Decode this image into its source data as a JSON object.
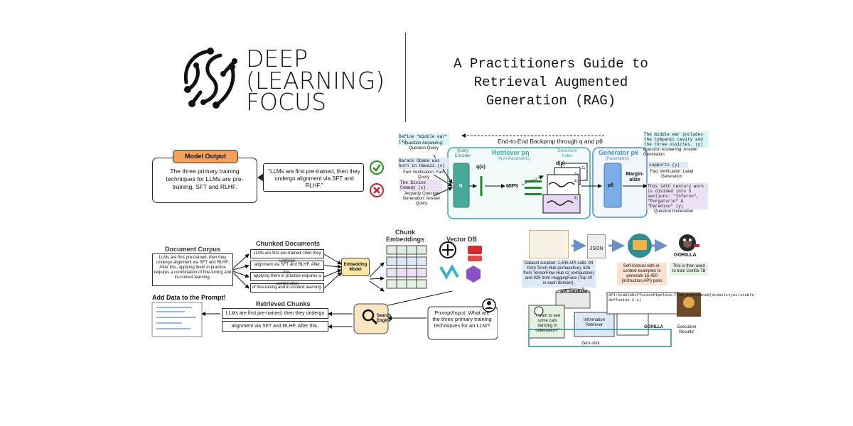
{
  "brand": {
    "line1": "DEEP",
    "line2": "(LEARNING)",
    "line3": "FOCUS"
  },
  "title": {
    "line1": "A Practitioners Guide to",
    "line2": "Retrieval Augmented",
    "line3": "Generation (RAG)"
  },
  "verify": {
    "header": "Model Output",
    "body": "The three primary training techniques for LLMs are pre-training, SFT and RLHF.",
    "quote": "“LLMs are first pre-trained, then they undergo alignment via SFT and RLHF.”"
  },
  "rag": {
    "backprop": "End-to-End Backprop through q and pθ",
    "q1": "Define \"middle ear\"(x)",
    "q1cap": "Question Answering: Question Query",
    "q2": "Barack Obama was born in Hawaii.(x)",
    "q2cap": "Fact Verification: Fact Query",
    "q3": "The Divine Comedy (x)",
    "q3cap": "Jeopardy Question Generation: Answer Query",
    "query_encoder": "Query Encoder",
    "q": "q",
    "qx": "q(x)",
    "mips": "MIPS",
    "retriever": "Retriever pη",
    "non_param": "(Non-Parametric)",
    "doc_index": "Document Index",
    "dz": "d(z)",
    "z1": "z₄",
    "z2": "z₃",
    "z3": "z₂",
    "z4": "z₁",
    "generator": "Generator pθ",
    "param": "(Parametric)",
    "p_theta": "pθ",
    "marg": "Margin-alize",
    "a1": "The middle ear includes the tympanic cavity and the three ossicles. (y)",
    "a1cap": "Question Answering: Answer Generation",
    "a2": "supports (y)",
    "a2cap": "Fact Verification: Label Generation",
    "a3": "This 14th century work is divided into 3 sections: \"Inferno\", \"Purgatorio\" & \"Paradiso\" (y)",
    "a3cap": "Question Generation"
  },
  "pipeline": {
    "corpus_title": "Document Corpus",
    "corpus_text": "LLMs are first pre-trained, then they undergo alignment via SFT and RLHF. After this, applying them in practice requires a combination of fine-tuning and in-context learning.",
    "chunked_title": "Chunked Documents",
    "chunks": [
      "LLMs are first pre-trained, then they undergo",
      "alignment via SFT and RLHF. After this,",
      "applying them in practice requires a combination",
      "of fine-tuning and in-context learning."
    ],
    "embed_model": "Embedding Model",
    "embeddings_title": "Chunk Embeddings",
    "vectordb_title": "Vector DB",
    "add_title": "Add Data to the Prompt!",
    "retrieved_title": "Retrieved Chunks",
    "retrieved": [
      "LLMs are first pre-trained, then they undergo",
      "alignment via SFT and RLHF. After this,"
    ],
    "search": "Search Engine",
    "prompt": "Prompt/Input: What are the three primary training techniques for an LLM?"
  },
  "gorilla": {
    "json": "JSON",
    "gorilla": "GORILLA",
    "dataset": "Dataset curation: 1,645 API calls. 94 from Torch Hub (exhaustive), 626 from TensorFlow Hub v2 (exhaustive) and 925 from HuggingFace (Top 20 in each domain).",
    "selfinstruct": "Self-instruct with in-context examples to generate 16,450 {instruction,API} pairs",
    "train": "This is then used to train Gorilla-7B",
    "api_db": "API Database",
    "user": "\"I want to see some cats dancing in celebration!\"",
    "retriever": "Information Retriever",
    "api_call": "API:StableDiffusionPipeline.from_pretrained(stabilityai/stable-diffusion-2-1)",
    "zeroshot": "Zero-shot",
    "exec": "Execution Results!",
    "gorilla2": "GORILLA"
  }
}
